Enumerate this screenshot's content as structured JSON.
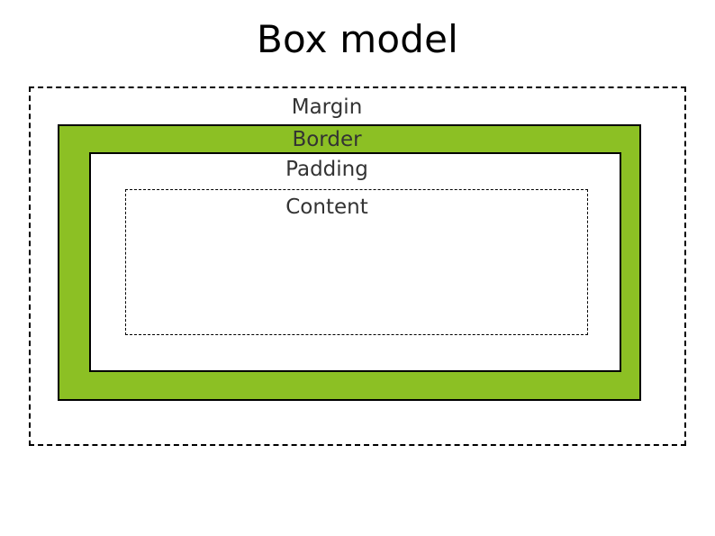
{
  "slide": {
    "title": "Box model",
    "background_color": "#ffffff"
  },
  "boxes": {
    "margin": {
      "label": "Margin",
      "border_style": "dashed",
      "border_color": "#000000",
      "fill": "transparent"
    },
    "border": {
      "label": "Border",
      "border_style": "solid",
      "border_color": "#000000",
      "fill": "#8cc024"
    },
    "padding": {
      "label": "Padding",
      "border_style": "solid",
      "border_color": "#000000",
      "fill": "#ffffff"
    },
    "content": {
      "label": "Content",
      "border_style": "dashed",
      "border_color": "#000000",
      "fill": "#ffffff"
    }
  },
  "colors": {
    "accent_green": "#8cc024",
    "outline": "#000000",
    "label_text": "#333333",
    "title_text": "#000000"
  }
}
